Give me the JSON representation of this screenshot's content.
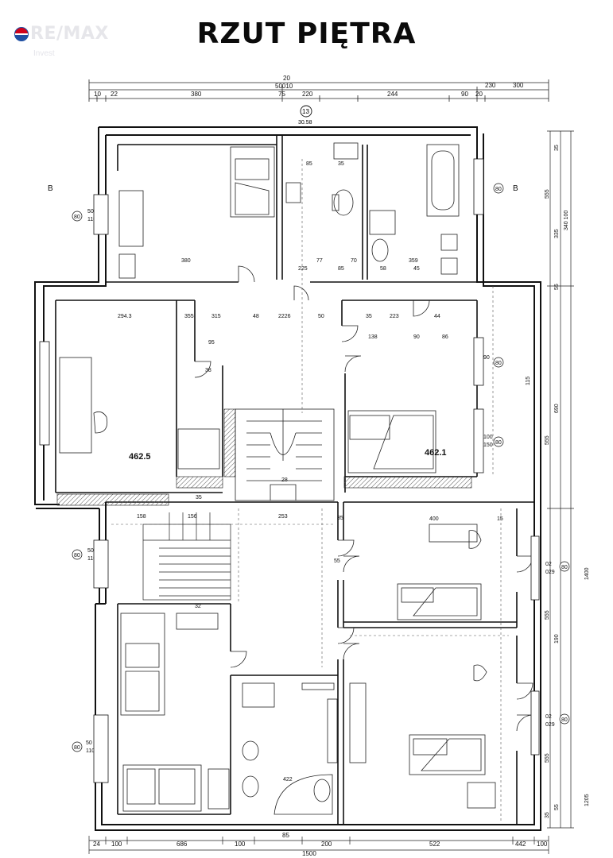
{
  "title": "RZUT PIĘTRA",
  "logo": {
    "brand": "RE/MAX",
    "sub": "Invest"
  },
  "top_dims": {
    "overall": "20",
    "row1": [
      "50010"
    ],
    "row2": [
      "10",
      "22",
      "380",
      "75",
      "220",
      "244",
      "90",
      "20",
      "230",
      "300"
    ],
    "marker": "13",
    "marker_sub": "30.58"
  },
  "bottom_dims": {
    "row1": [
      "24",
      "100",
      "686",
      "100",
      "85",
      "200",
      "522",
      "442",
      "100"
    ],
    "overall": "1500"
  },
  "right_dims": {
    "labels": [
      "35",
      "555",
      "335",
      "340 100",
      "55",
      "115",
      "690",
      "555",
      "1400",
      "190",
      "555",
      "1205",
      "555",
      "55",
      "35"
    ]
  },
  "rooms": {
    "area_left": "462.5",
    "area_right": "462.1",
    "labels": [
      "380",
      "294.3",
      "355",
      "315",
      "48",
      "2226",
      "50",
      "35",
      "223",
      "44",
      "138",
      "90",
      "86",
      "359",
      "225",
      "85",
      "77",
      "70",
      "58",
      "45",
      "85",
      "35",
      "253",
      "158",
      "156",
      "400",
      "15",
      "35",
      "32",
      "422",
      "28",
      "38",
      "95",
      "55",
      "35"
    ]
  },
  "window_tags": [
    "80",
    "50",
    "110",
    "80",
    "100",
    "150",
    "80",
    "02",
    "029",
    "80",
    "02",
    "029",
    "80",
    "50",
    "110",
    "80",
    "50",
    "110",
    "80",
    "90",
    "80"
  ],
  "section_marks": [
    "B",
    "B"
  ]
}
